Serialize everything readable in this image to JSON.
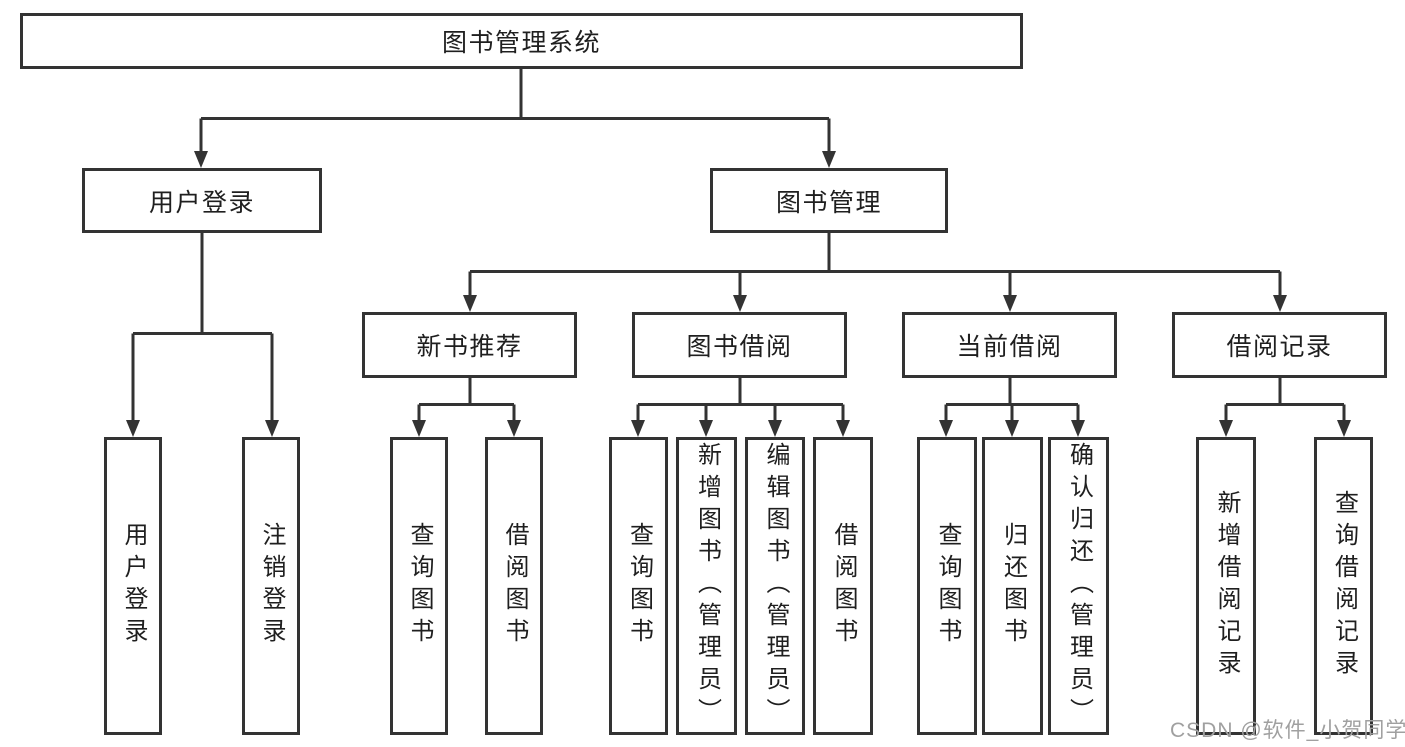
{
  "nodes": {
    "root": "图书管理系统",
    "user_login": "用户登录",
    "book_mgmt": "图书管理",
    "new_book": "新书推荐",
    "book_borrow": "图书借阅",
    "current_borrow": "当前借阅",
    "borrow_record": "借阅记录",
    "leaf_user_login": "用户登录",
    "leaf_logout": "注销登录",
    "leaf_newbook_query": "查询图书",
    "leaf_newbook_borrow": "借阅图书",
    "leaf_borrow_query": "查询图书",
    "leaf_borrow_add": "新增图书（管理员）",
    "leaf_borrow_edit": "编辑图书（管理员）",
    "leaf_borrow_do": "借阅图书",
    "leaf_current_query": "查询图书",
    "leaf_current_return": "归还图书",
    "leaf_current_confirm": "确认归还（管理员）",
    "leaf_record_add": "新增借阅记录",
    "leaf_record_query": "查询借阅记录"
  },
  "watermark": "CSDN @软件_小贺同学",
  "colors": {
    "line": "#333333",
    "text": "#1f1f1f",
    "watermark": "#a0a0a0",
    "background": "#ffffff"
  }
}
